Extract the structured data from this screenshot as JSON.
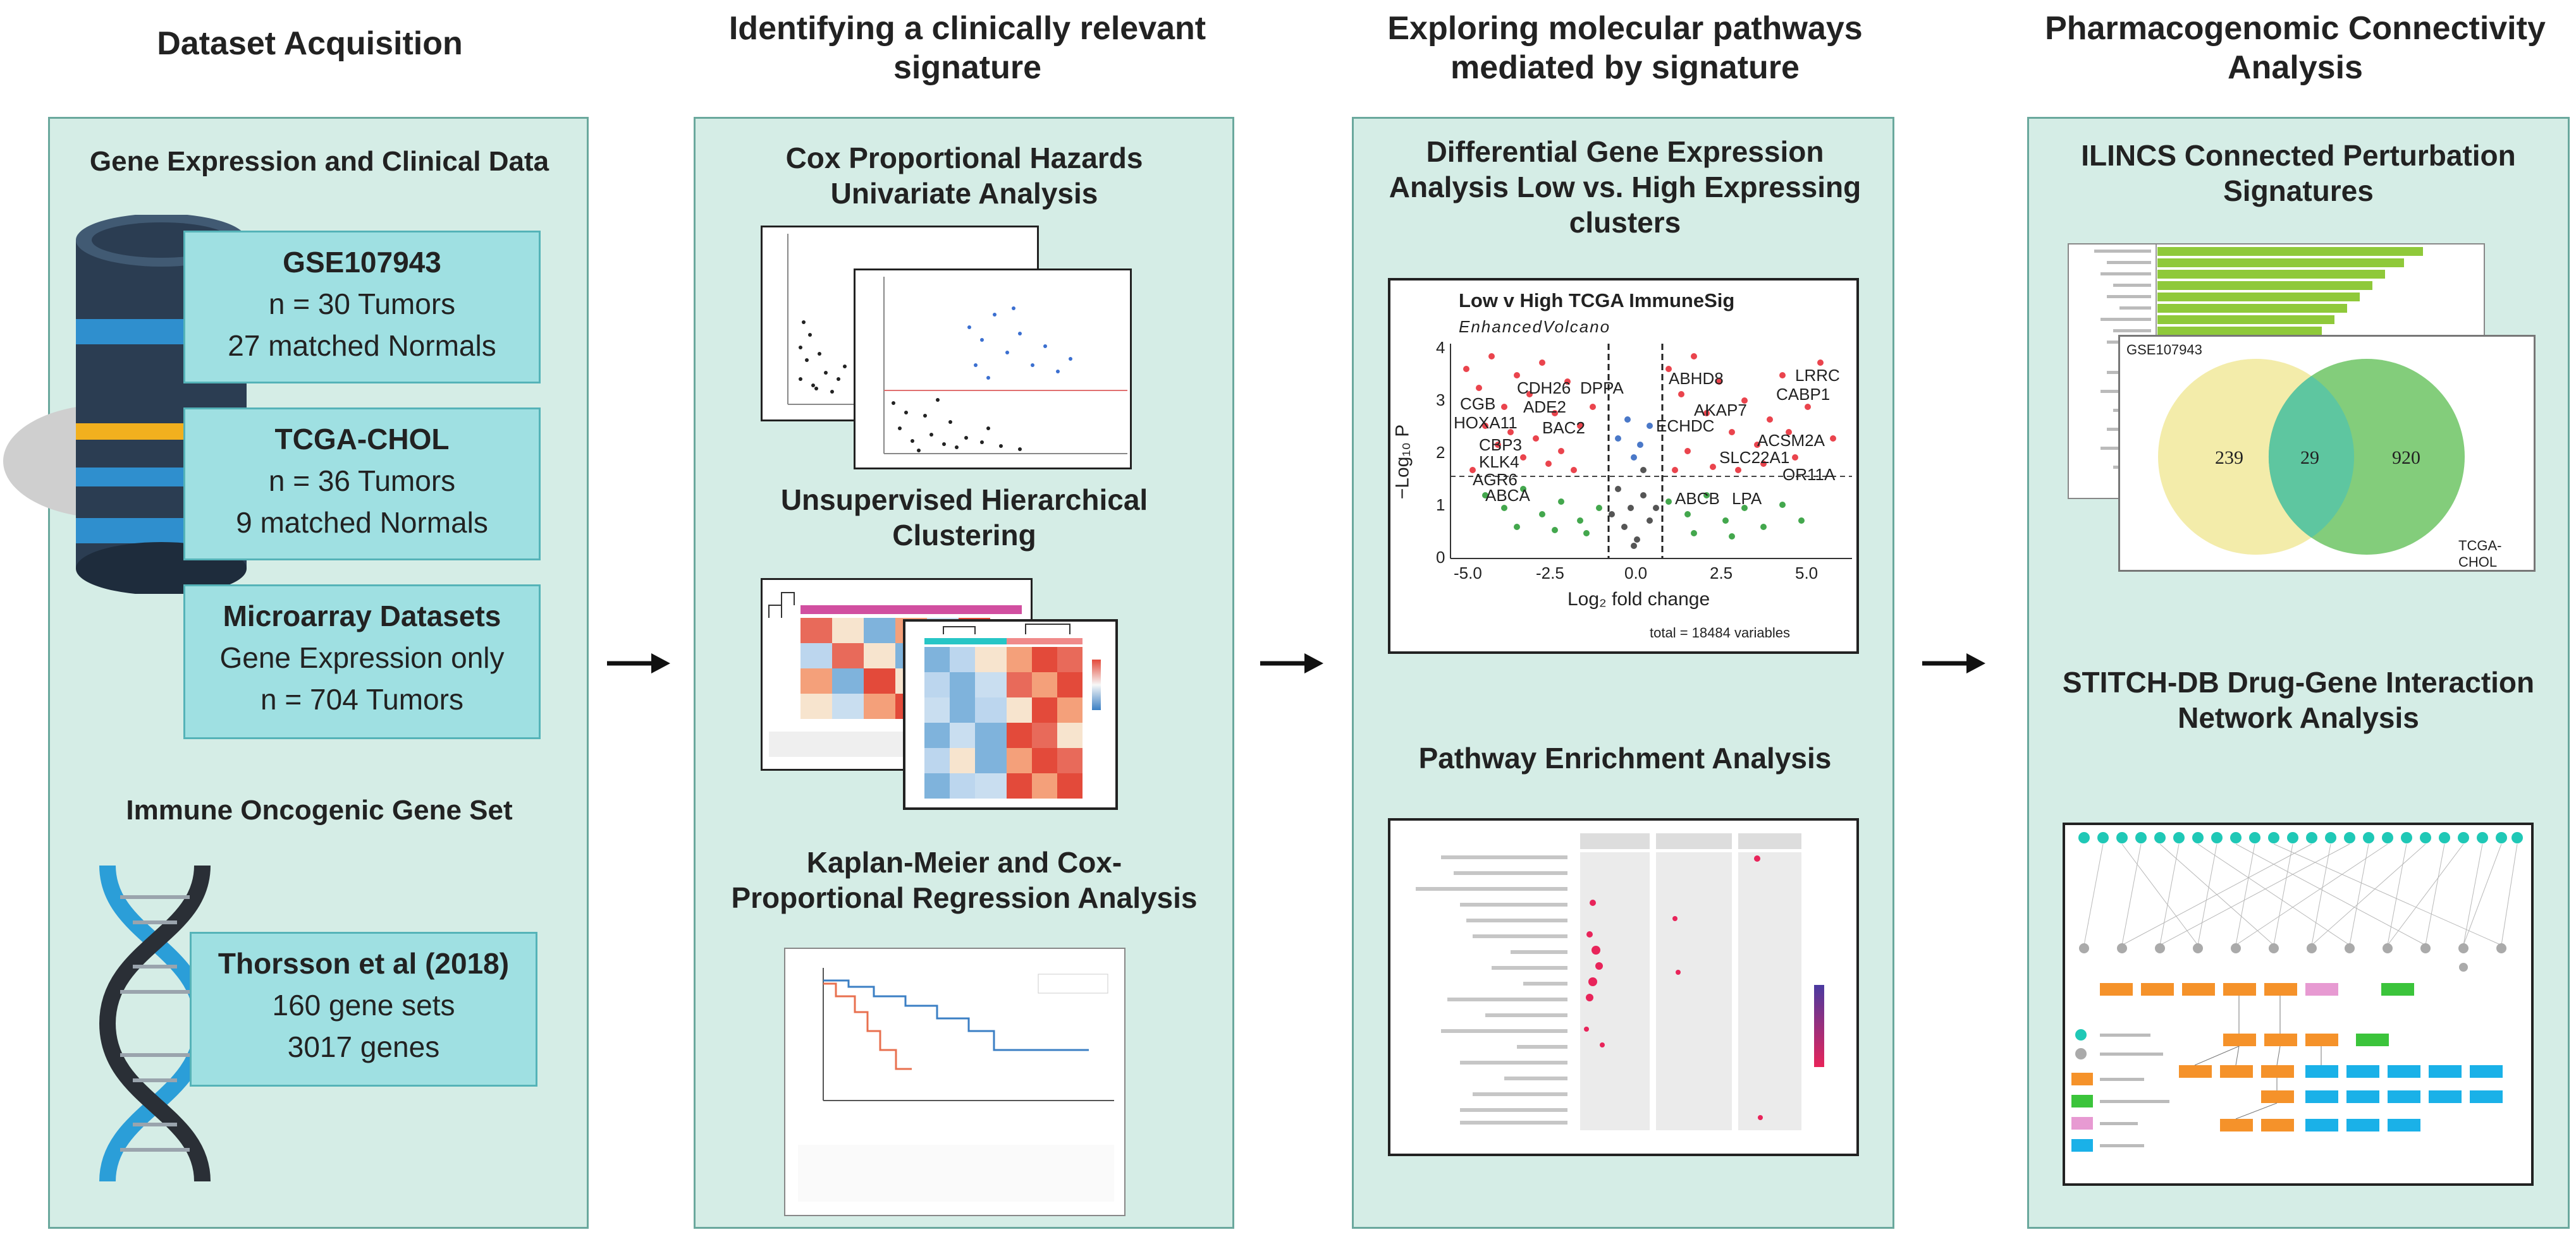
{
  "columns": [
    {
      "title": "Dataset Acquisition"
    },
    {
      "title": "Identifying a clinically relevant signature"
    },
    {
      "title": "Exploring molecular pathways mediated by signature"
    },
    {
      "title": "Pharmacogenomic Connectivity Analysis"
    }
  ],
  "col1": {
    "section1": "Gene Expression and Clinical Data",
    "gse": {
      "title": "GSE107943",
      "line1": "n = 30 Tumors",
      "line2": "27 matched Normals"
    },
    "tcga": {
      "title": "TCGA-CHOL",
      "line1": "n = 36 Tumors",
      "line2": "9 matched Normals"
    },
    "micro": {
      "title": "Microarray Datasets",
      "line1": "Gene Expression only",
      "line2": "n = 704 Tumors"
    },
    "section2": "Immune Oncogenic Gene Set",
    "thorsson": {
      "title": "Thorsson et al (2018)",
      "line1": "160 gene sets",
      "line2": "3017 genes"
    }
  },
  "col2": {
    "cox": "Cox Proportional Hazards Univariate Analysis",
    "clustering": "Unsupervised Hierarchical Clustering",
    "km": "Kaplan-Meier and Cox-Proportional Regression Analysis"
  },
  "col3": {
    "dge": "Differential Gene Expression Analysis Low vs. High Expressing clusters",
    "pathway": "Pathway Enrichment Analysis",
    "volcano": {
      "title": "Low v High TCGA ImmuneSig",
      "subtitle": "EnhancedVolcano",
      "ylabel": "−Log₁₀ P",
      "xlabel": "Log₂ fold change",
      "total": "total = 18484 variables",
      "xticks": [
        "-5.0",
        "-2.5",
        "0.0",
        "2.5",
        "5.0"
      ],
      "yticks": [
        "0",
        "1",
        "2",
        "3",
        "4"
      ],
      "genes_left": [
        "CGB",
        "HOXA11",
        "CDH26",
        "DPPA",
        "ADE2",
        "BAC2",
        "CBP3",
        "KLK4",
        "AGR6",
        "ABCA"
      ],
      "genes_right": [
        "ABHD8",
        "LRRC",
        "CABP1",
        "AKAP7",
        "ECHDC",
        "ACSM2A",
        "SLC22A1",
        "OR11A",
        "ABCB",
        "LPA"
      ]
    }
  },
  "col4": {
    "ilincs": "ILINCS Connected Perturbation Signatures",
    "stitch": "STITCH-DB Drug-Gene Interaction Network Analysis",
    "venn": {
      "left_label": "GSE107943",
      "right_label": "TCGA-CHOL",
      "left": "239",
      "overlap": "29",
      "right": "920"
    }
  },
  "colors": {
    "panel": "#d5ede6",
    "box": "#9fe0e2",
    "red_points": "#e8303a",
    "green_points": "#2f9e3a",
    "grey_points": "#555555",
    "blue_points": "#4a78c8",
    "venn_yellow": "#f3ecaa",
    "venn_green": "#7cca74"
  }
}
